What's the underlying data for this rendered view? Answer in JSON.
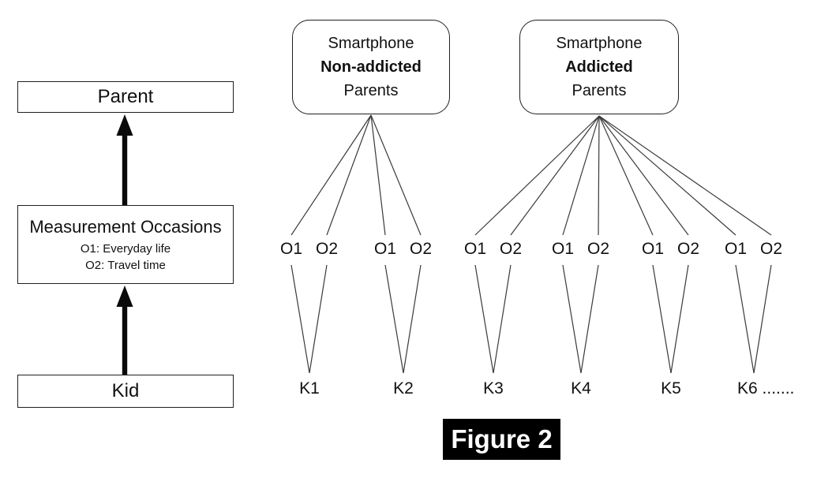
{
  "figure_caption": "Figure 2",
  "left_flow": {
    "parent_box": "Parent",
    "occasions_box": {
      "title": "Measurement Occasions",
      "items": [
        "O1: Everyday life",
        "O2: Travel time"
      ]
    },
    "kid_box": "Kid"
  },
  "right_diagram": {
    "occasion_labels": [
      "O1",
      "O2"
    ],
    "groups": [
      {
        "line1": "Smartphone",
        "line2": "Non-addicted",
        "line3": "Parents",
        "kids": [
          "K1",
          "K2"
        ]
      },
      {
        "line1": "Smartphone",
        "line2": "Addicted",
        "line3": "Parents",
        "kids": [
          "K3",
          "K4",
          "K5",
          "K6 ......."
        ]
      }
    ]
  },
  "colors": {
    "line": "#3a3a3a",
    "border": "#1f1f1f",
    "text": "#111111",
    "arrow": "#0a0a0a",
    "caption_bg": "#000000",
    "caption_text": "#ffffff"
  }
}
